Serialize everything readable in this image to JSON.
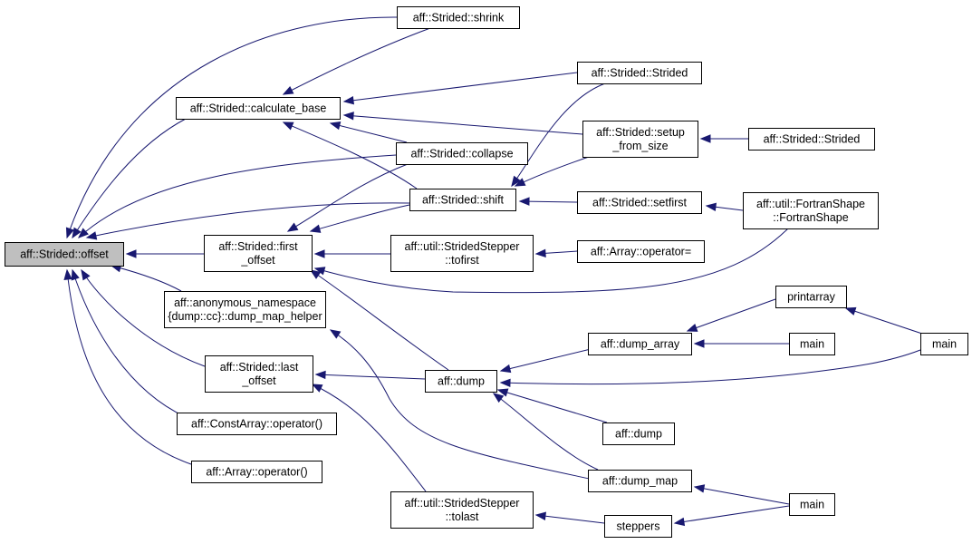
{
  "graph": {
    "nodes": [
      {
        "id": "offset",
        "lines": [
          "aff::Strided::offset"
        ],
        "focus": true
      },
      {
        "id": "shrink",
        "lines": [
          "aff::Strided::shrink"
        ]
      },
      {
        "id": "calculate_base",
        "lines": [
          "aff::Strided::calculate_base"
        ]
      },
      {
        "id": "strided_ctor1",
        "lines": [
          "aff::Strided::Strided"
        ]
      },
      {
        "id": "setup_from_size",
        "lines": [
          "aff::Strided::setup",
          "_from_size"
        ]
      },
      {
        "id": "strided_ctor2",
        "lines": [
          "aff::Strided::Strided"
        ]
      },
      {
        "id": "collapse",
        "lines": [
          "aff::Strided::collapse"
        ]
      },
      {
        "id": "shift",
        "lines": [
          "aff::Strided::shift"
        ]
      },
      {
        "id": "setfirst",
        "lines": [
          "aff::Strided::setfirst"
        ]
      },
      {
        "id": "fortranshape",
        "lines": [
          "aff::util::FortranShape",
          "::FortranShape"
        ]
      },
      {
        "id": "first_offset",
        "lines": [
          "aff::Strided::first",
          "_offset"
        ]
      },
      {
        "id": "tofirst",
        "lines": [
          "aff::util::StridedStepper",
          "::tofirst"
        ]
      },
      {
        "id": "array_assign",
        "lines": [
          "aff::Array::operator="
        ]
      },
      {
        "id": "dump_map_helper",
        "lines": [
          "aff::anonymous_namespace",
          "{dump::cc}::dump_map_helper"
        ]
      },
      {
        "id": "printarray",
        "lines": [
          "printarray"
        ]
      },
      {
        "id": "dump_array",
        "lines": [
          "aff::dump_array"
        ]
      },
      {
        "id": "main1",
        "lines": [
          "main"
        ]
      },
      {
        "id": "main_right",
        "lines": [
          "main"
        ]
      },
      {
        "id": "last_offset",
        "lines": [
          "aff::Strided::last",
          "_offset"
        ]
      },
      {
        "id": "dump",
        "lines": [
          "aff::dump"
        ]
      },
      {
        "id": "dump2",
        "lines": [
          "aff::dump"
        ]
      },
      {
        "id": "constarray_call",
        "lines": [
          "aff::ConstArray::operator()"
        ]
      },
      {
        "id": "array_call",
        "lines": [
          "aff::Array::operator()"
        ]
      },
      {
        "id": "dump_map",
        "lines": [
          "aff::dump_map"
        ]
      },
      {
        "id": "main2",
        "lines": [
          "main"
        ]
      },
      {
        "id": "tolast",
        "lines": [
          "aff::util::StridedStepper",
          "::tolast"
        ]
      },
      {
        "id": "steppers",
        "lines": [
          "steppers"
        ]
      }
    ],
    "edges": [
      {
        "from": "shrink",
        "to": "offset"
      },
      {
        "from": "calculate_base",
        "to": "offset"
      },
      {
        "from": "collapse",
        "to": "offset"
      },
      {
        "from": "shift",
        "to": "offset"
      },
      {
        "from": "first_offset",
        "to": "offset"
      },
      {
        "from": "dump_map_helper",
        "to": "offset"
      },
      {
        "from": "last_offset",
        "to": "offset"
      },
      {
        "from": "constarray_call",
        "to": "offset"
      },
      {
        "from": "array_call",
        "to": "offset"
      },
      {
        "from": "shrink",
        "to": "calculate_base"
      },
      {
        "from": "strided_ctor1",
        "to": "calculate_base"
      },
      {
        "from": "setup_from_size",
        "to": "calculate_base"
      },
      {
        "from": "collapse",
        "to": "calculate_base"
      },
      {
        "from": "shift",
        "to": "calculate_base"
      },
      {
        "from": "strided_ctor2",
        "to": "setup_from_size"
      },
      {
        "from": "collapse",
        "to": "first_offset"
      },
      {
        "from": "shift",
        "to": "first_offset"
      },
      {
        "from": "strided_ctor1",
        "to": "shift"
      },
      {
        "from": "setup_from_size",
        "to": "shift"
      },
      {
        "from": "setfirst",
        "to": "shift"
      },
      {
        "from": "fortranshape",
        "to": "setfirst"
      },
      {
        "from": "tofirst",
        "to": "first_offset"
      },
      {
        "from": "fortranshape",
        "to": "first_offset"
      },
      {
        "from": "dump",
        "to": "first_offset"
      },
      {
        "from": "array_assign",
        "to": "tofirst"
      },
      {
        "from": "dump_map",
        "to": "dump_map_helper"
      },
      {
        "from": "dump",
        "to": "last_offset"
      },
      {
        "from": "tolast",
        "to": "last_offset"
      },
      {
        "from": "dump_array",
        "to": "dump"
      },
      {
        "from": "main_right",
        "to": "dump"
      },
      {
        "from": "dump2",
        "to": "dump"
      },
      {
        "from": "dump_map",
        "to": "dump"
      },
      {
        "from": "printarray",
        "to": "dump_array"
      },
      {
        "from": "main1",
        "to": "dump_array"
      },
      {
        "from": "main_right",
        "to": "printarray"
      },
      {
        "from": "main2",
        "to": "dump_map"
      },
      {
        "from": "steppers",
        "to": "tolast"
      },
      {
        "from": "main2",
        "to": "steppers"
      }
    ]
  }
}
